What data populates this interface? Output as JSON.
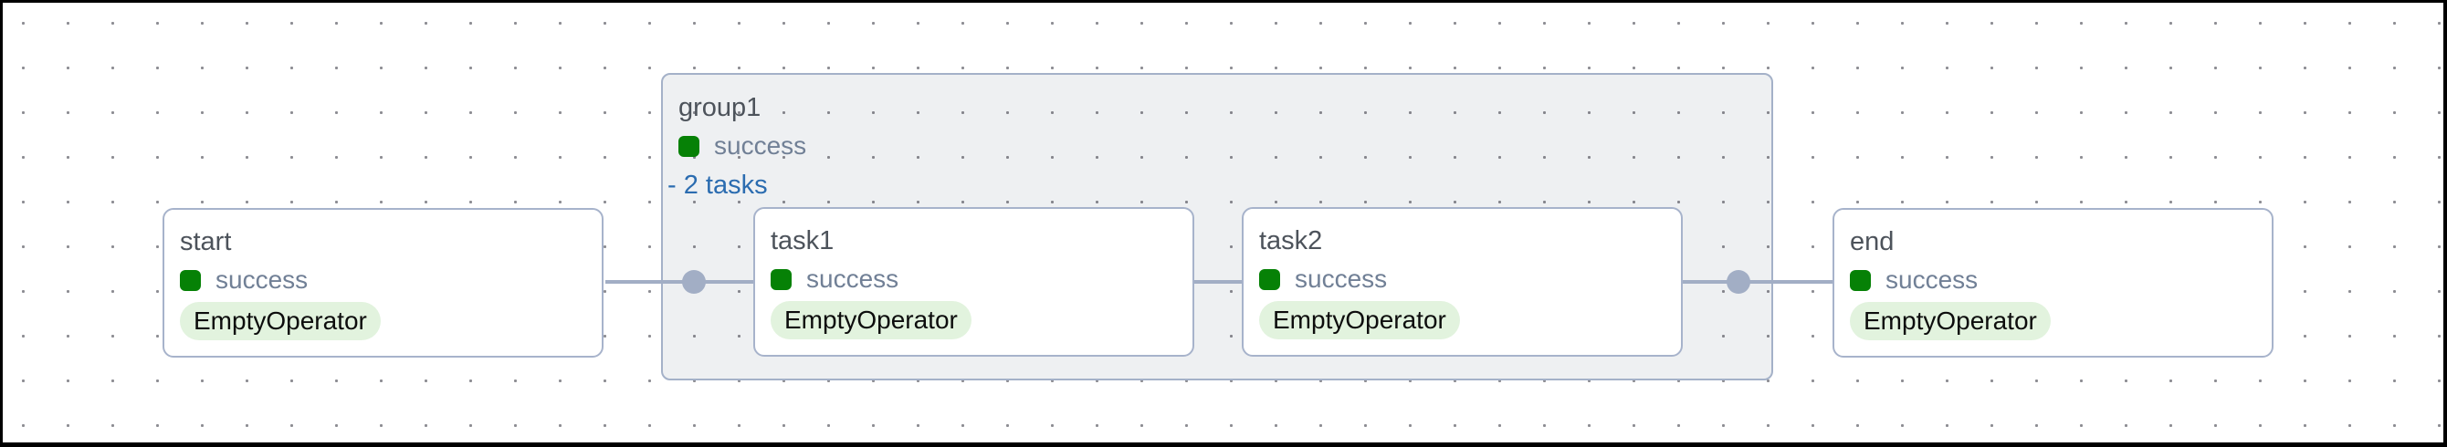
{
  "graph": {
    "nodes": [
      {
        "id": "start",
        "title": "start",
        "status": "success",
        "operator": "EmptyOperator"
      },
      {
        "id": "task1",
        "title": "task1",
        "status": "success",
        "operator": "EmptyOperator"
      },
      {
        "id": "task2",
        "title": "task2",
        "status": "success",
        "operator": "EmptyOperator"
      },
      {
        "id": "end",
        "title": "end",
        "status": "success",
        "operator": "EmptyOperator"
      }
    ],
    "group": {
      "id": "group1",
      "title": "group1",
      "status": "success",
      "toggle_label": "- 2 tasks",
      "task_count": 2
    },
    "edges": [
      {
        "from": "start",
        "to": "group1.task1"
      },
      {
        "from": "task1",
        "to": "task2"
      },
      {
        "from": "group1.task2",
        "to": "end"
      }
    ]
  },
  "icons": {
    "status_success": "green-rounded-square"
  },
  "colors": {
    "success_green": "#068106",
    "status_text": "#718096",
    "node_title_text": "#4d535b",
    "operator_badge_bg": "#e2f3de",
    "group_toggle_blue": "#2b6cb0",
    "node_border": "#a7b3cb",
    "group_border": "#a4b1c8",
    "group_bg": "#eef0f2",
    "edge": "#a2aec5",
    "canvas_bg": "#ffffff",
    "canvas_dots": "#8d8d93",
    "frame": "#000000"
  }
}
